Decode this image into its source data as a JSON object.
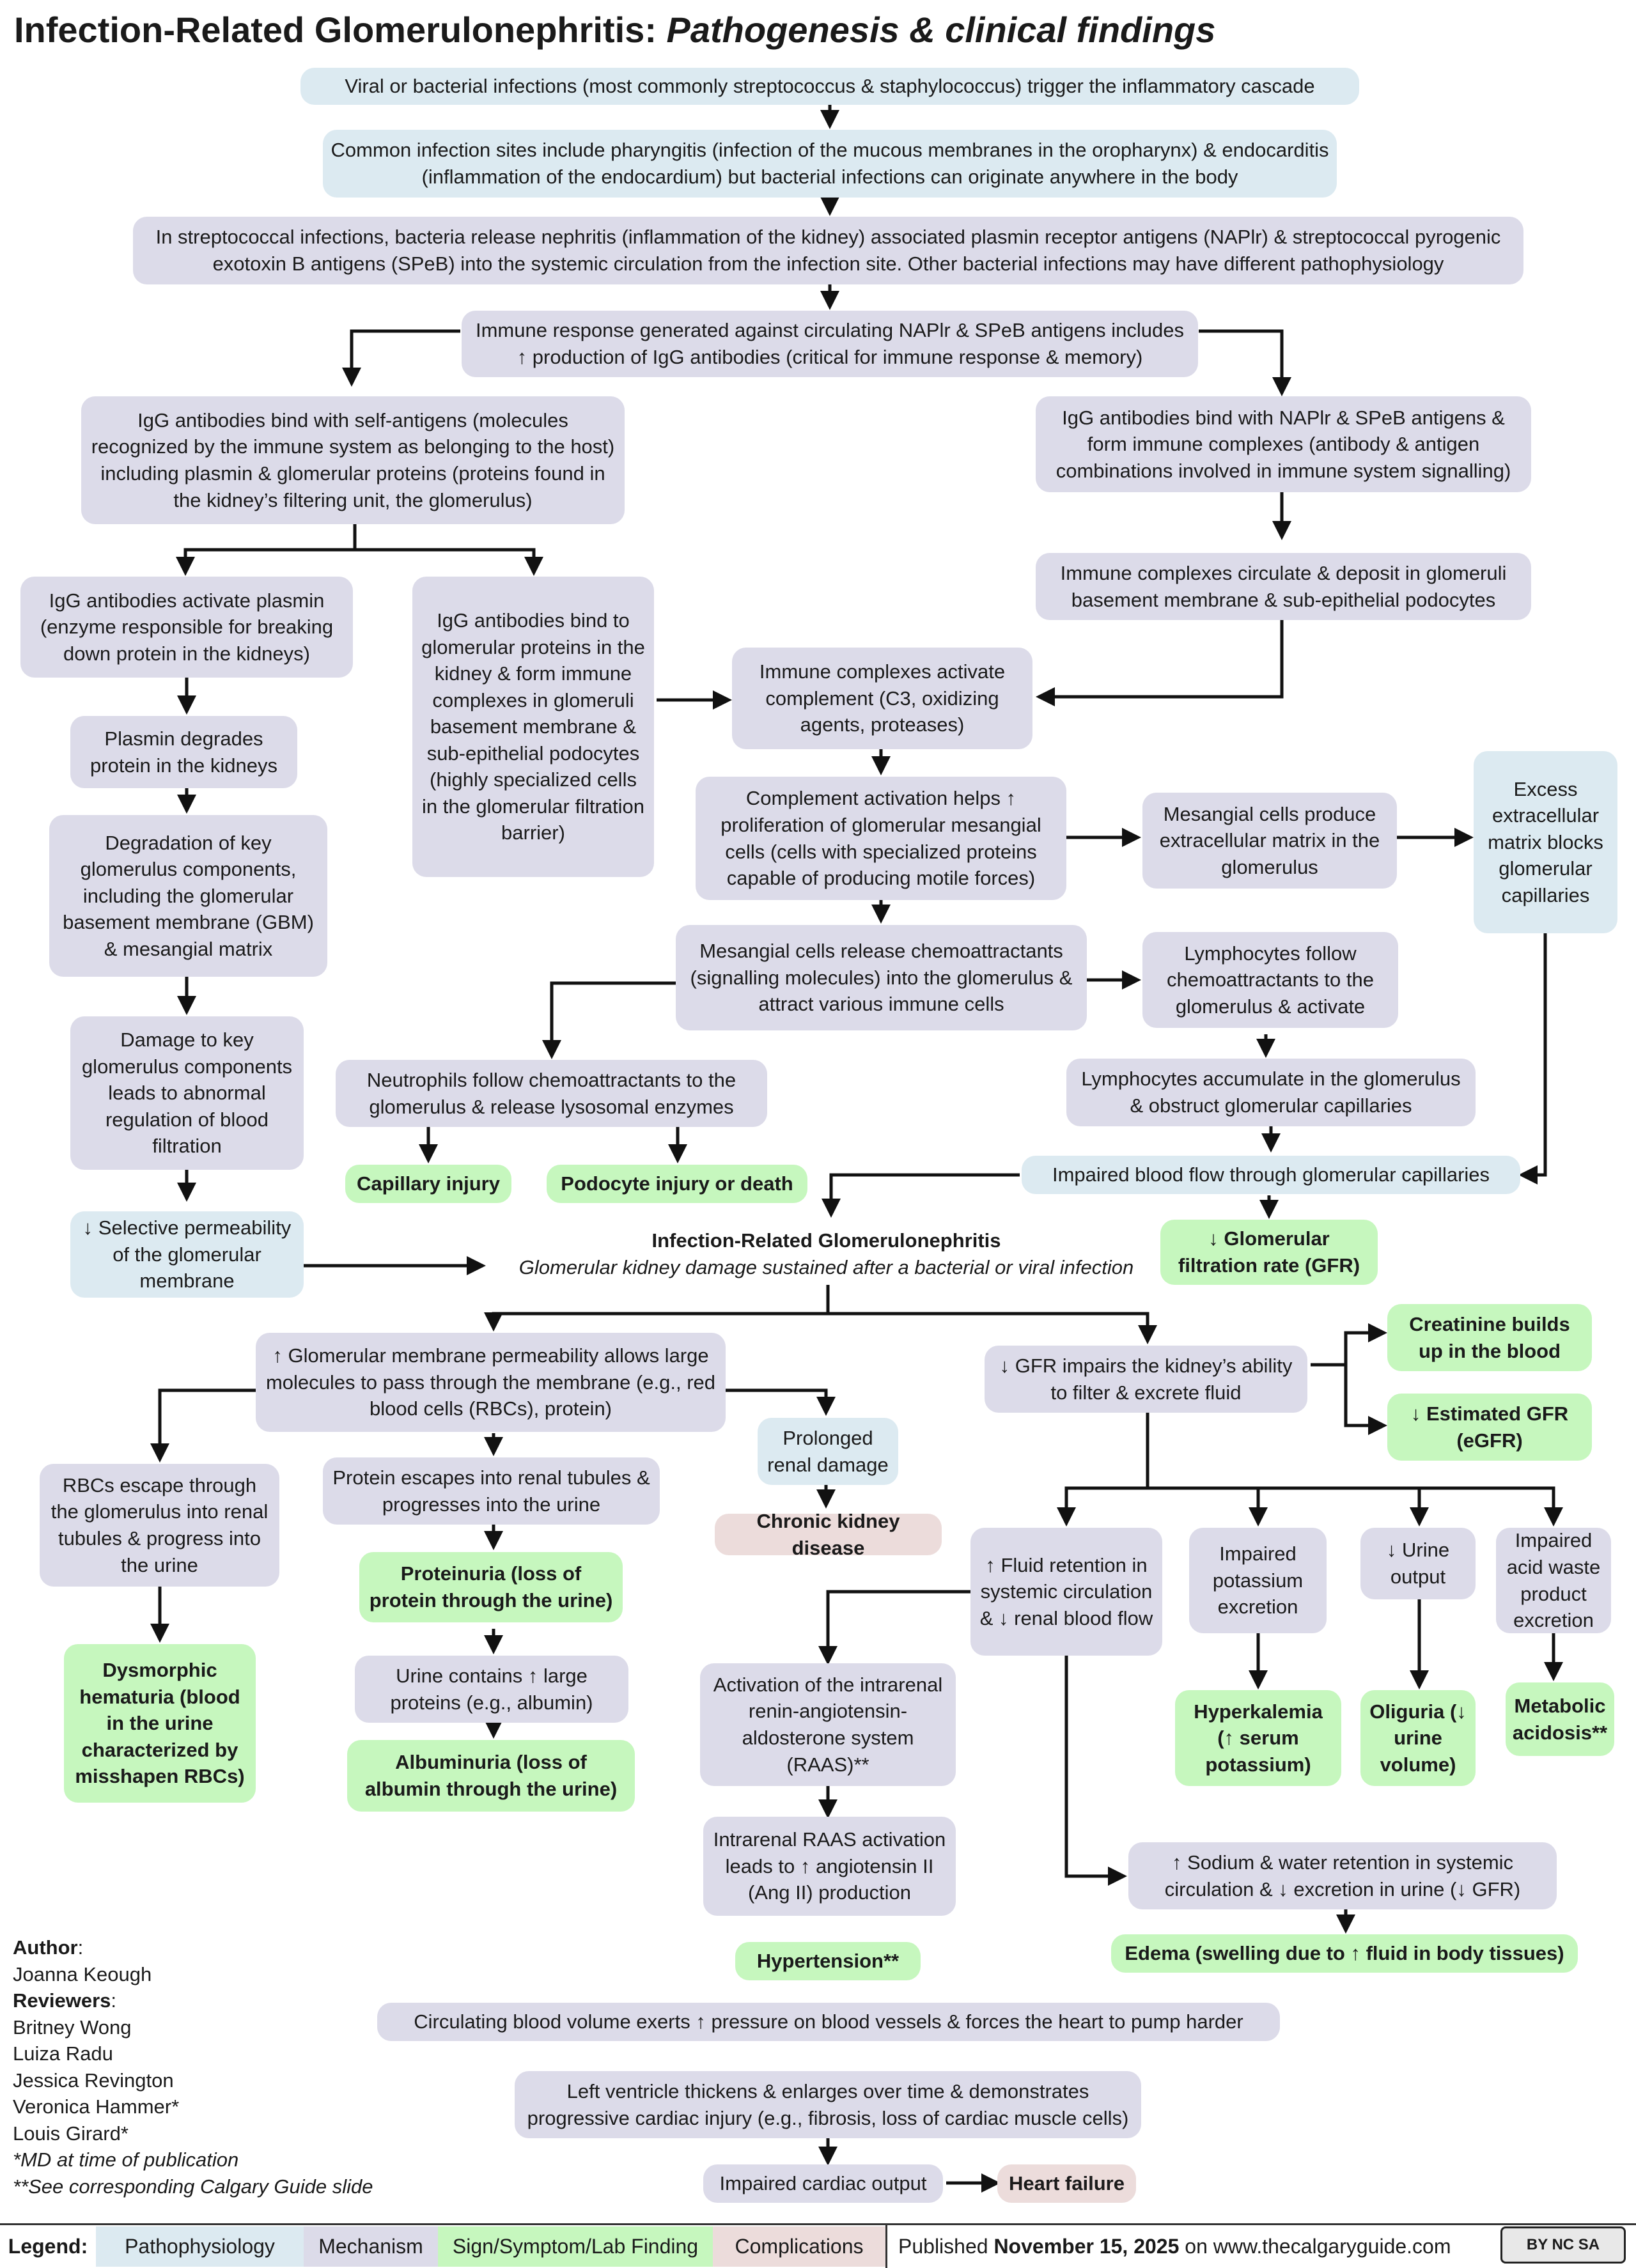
{
  "title": {
    "main": "Infection-Related Glomerulonephritis:",
    "sub": "Pathogenesis & clinical findings"
  },
  "boxes": {
    "b1": "Viral or bacterial infections (most commonly streptococcus & staphylococcus) trigger the inflammatory cascade",
    "b2": "Common infection sites include pharyngitis (infection of the mucous membranes in the oropharynx) & endocarditis (inflammation of the endocardium) but bacterial infections can originate anywhere in the body",
    "b3": "In streptococcal infections, bacteria release nephritis (inflammation of the kidney) associated plasmin receptor antigens (NAPlr) & streptococcal pyrogenic exotoxin B antigens (SPeB) into the systemic circulation from the infection site. Other bacterial infections may have different pathophysiology",
    "b4": "Immune response generated against circulating NAPlr & SPeB antigens includes ↑ production of IgG antibodies (critical for immune response & memory)",
    "b5": "IgG antibodies bind with self-antigens (molecules recognized by the immune system as belonging to the host) including plasmin & glomerular proteins (proteins found in the kidney’s filtering unit, the glomerulus)",
    "b6": "IgG antibodies bind with NAPlr & SPeB antigens & form immune complexes (antibody & antigen combinations involved in immune system signalling)",
    "b7": "Immune complexes circulate & deposit in glomeruli basement membrane & sub-epithelial podocytes",
    "b8": "IgG antibodies activate plasmin (enzyme responsible for breaking down protein in the kidneys)",
    "b9": "IgG antibodies bind to glomerular proteins in the kidney & form immune complexes in glomeruli basement membrane & sub-epithelial podocytes (highly specialized cells in the glomerular filtration barrier)",
    "b10": "Immune complexes activate complement (C3, oxidizing agents, proteases)",
    "b11": "Plasmin degrades protein in the kidneys",
    "b12": "Degradation of key glomerulus components, including the glomerular basement membrane (GBM) & mesangial matrix",
    "b13": "Complement activation helps ↑ proliferation of glomerular mesangial cells (cells with specialized proteins capable of producing motile forces)",
    "b14": "Mesangial cells produce extracellular matrix in the glomerulus",
    "b15": "Excess extracellular matrix blocks glomerular capillaries",
    "b16": "Mesangial cells release chemoattractants (signalling molecules) into the glomerulus & attract various immune cells",
    "b17": "Lymphocytes follow chemoattractants to the glomerulus & activate",
    "b18": "Damage to key glomerulus components leads to abnormal regulation of blood filtration",
    "b19": "Neutrophils follow chemoattractants to the glomerulus & release lysosomal enzymes",
    "b20": "Lymphocytes accumulate in the glomerulus & obstruct glomerular capillaries",
    "b21": "Capillary injury",
    "b22": "Podocyte injury or death",
    "b23": "Impaired blood flow through glomerular capillaries",
    "b24": "↓ Selective permeability of the glomerular membrane",
    "b25_title": "Infection-Related Glomerulonephritis",
    "b25_sub": "Glomerular kidney damage sustained after a bacterial or viral infection",
    "b26": "↓ Glomerular filtration rate (GFR)",
    "b27": "↑ Glomerular membrane permeability allows large molecules to pass through the membrane (e.g., red blood cells (RBCs), protein)",
    "b28": "↓ GFR impairs the kidney’s ability to filter & excrete fluid",
    "b29": "Creatinine builds up in the blood",
    "b30": "↓ Estimated GFR (eGFR)",
    "b31": "Prolonged renal damage",
    "b32": "RBCs escape through the glomerulus into renal tubules & progress into the urine",
    "b33": "Protein escapes into renal tubules & progresses into the urine",
    "b34": "Chronic kidney disease",
    "b35": "↑ Fluid retention in systemic circulation & ↓ renal blood flow",
    "b36": "Impaired potassium excretion",
    "b37": "↓ Urine output",
    "b38": "Impaired acid waste product excretion",
    "b39": "Proteinuria (loss of protein through the urine)",
    "b40": "Dysmorphic hematuria (blood in the urine characterized by misshapen RBCs)",
    "b41": "Urine contains ↑ large proteins (e.g., albumin)",
    "b42": "Activation of the intrarenal renin-angiotensin-aldosterone system (RAAS)**",
    "b43": "Hyperkalemia (↑ serum potassium)",
    "b44": "Oliguria (↓ urine volume)",
    "b45": "Metabolic acidosis**",
    "b46": "Albuminuria (loss of albumin through the urine)",
    "b47": "Intrarenal RAAS activation leads to ↑ angiotensin II (Ang II) production",
    "b48": "↑ Sodium & water retention in systemic circulation & ↓ excretion in urine (↓ GFR)",
    "b49": "Edema (swelling due to ↑ fluid in body tissues)",
    "b50": "Hypertension**",
    "b51": "Circulating blood volume exerts ↑ pressure on blood vessels & forces the heart to pump harder",
    "b52": "Left ventricle thickens & enlarges over time & demonstrates progressive cardiac injury (e.g., fibrosis, loss of cardiac muscle cells)",
    "b53": "Impaired cardiac output",
    "b54": "Heart failure"
  },
  "authors": {
    "author_label": "Author",
    "author": "Joanna Keough",
    "reviewers_label": "Reviewers",
    "reviewers": [
      "Britney Wong",
      "Luiza Radu",
      "Jessica Revington",
      "Veronica Hammer*",
      "Louis Girard*"
    ],
    "note1": "*MD at time of publication",
    "note2": "**See corresponding Calgary Guide slide"
  },
  "legend": {
    "label": "Legend:",
    "items": [
      "Pathophysiology",
      "Mechanism",
      "Sign/Symptom/Lab Finding",
      "Complications"
    ],
    "colors": [
      "#dceaf1",
      "#dcdbe9",
      "#c6f7be",
      "#ecdcdb"
    ],
    "published_prefix": "Published",
    "published_date": "November 15, 2025",
    "published_suffix": "on www.thecalgaryguide.com",
    "license": "BY NC SA"
  }
}
